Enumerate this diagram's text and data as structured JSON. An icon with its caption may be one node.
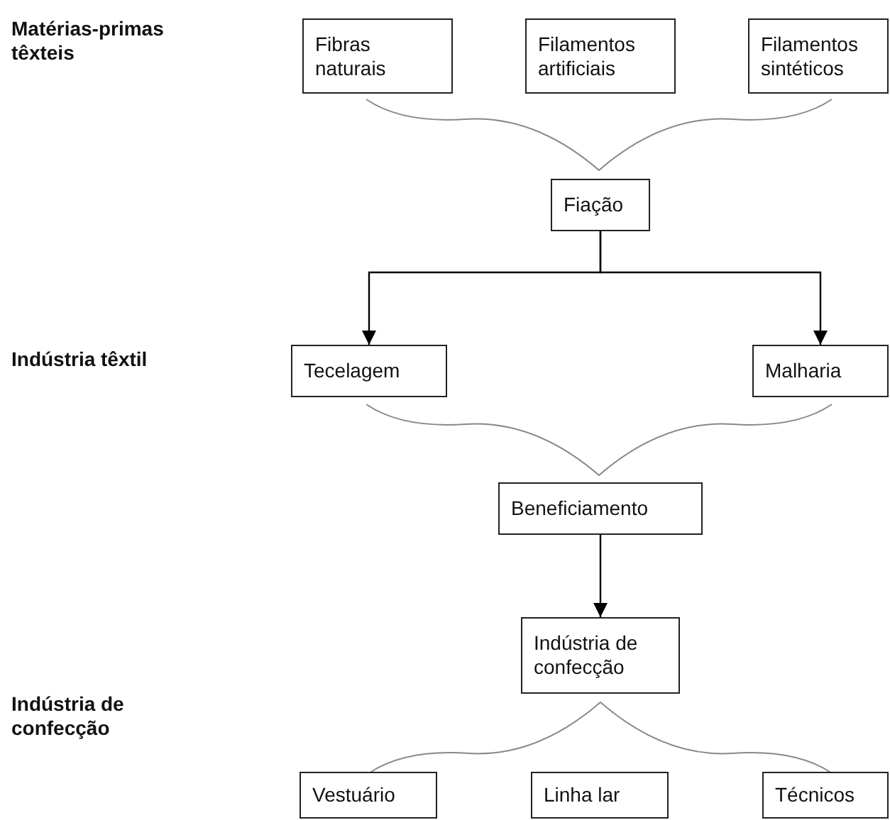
{
  "diagram": {
    "nodes": [
      {
        "text": [
          "Fibras naturais"
        ]
      },
      {
        "text": [
          "Filamentos artificiais"
        ]
      },
      {
        "text": [
          "Filamentos sintéticos"
        ]
      },
      {
        "text": [
          "Fiação"
        ]
      },
      {
        "text": [
          "Tecelagem"
        ]
      },
      {
        "text": [
          "Malharia"
        ]
      },
      {
        "text": [
          "Beneficiamento"
        ]
      },
      {
        "text": [
          "Indústria de confecção"
        ]
      },
      {
        "text": [
          "Vestuário"
        ]
      },
      {
        "text": [
          "Linha lar"
        ]
      },
      {
        "text": [
          "Técnicos"
        ]
      }
    ],
    "edges": [
      {
        "from": 3,
        "to": 4,
        "arrow": "to"
      },
      {
        "from": 3,
        "to": 5,
        "arrow": "to"
      },
      {
        "from": 6,
        "to": 7,
        "arrow": "to"
      }
    ],
    "labels": [
      "Matérias-primas têxteis",
      "Indústria têxtil",
      "Indústria de confecção"
    ]
  }
}
